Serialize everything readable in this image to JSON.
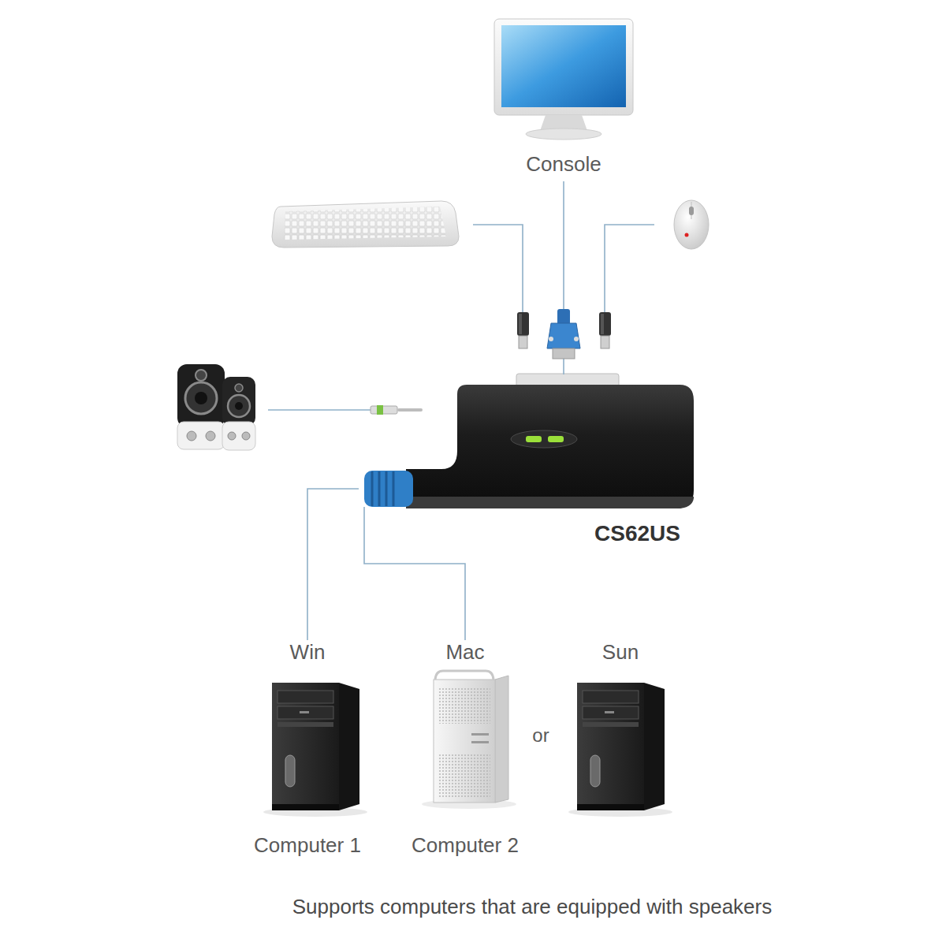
{
  "diagram": {
    "caption": "Supports computers that are equipped with speakers",
    "nodes": [
      {
        "text": [
          "Console"
        ]
      },
      {
        "text": [
          "CS62US"
        ]
      },
      {
        "text": [
          "Win",
          "Computer 1"
        ]
      },
      {
        "text": [
          "Mac",
          "Computer 2"
        ]
      },
      {
        "text": [
          "Sun"
        ]
      }
    ],
    "edges": [
      {
        "from": 0,
        "to": 1,
        "arrow": "none"
      },
      {
        "from": 1,
        "to": 2,
        "arrow": "none"
      },
      {
        "from": 1,
        "to": 3,
        "arrow": "none"
      }
    ],
    "labels": [
      "or"
    ]
  }
}
